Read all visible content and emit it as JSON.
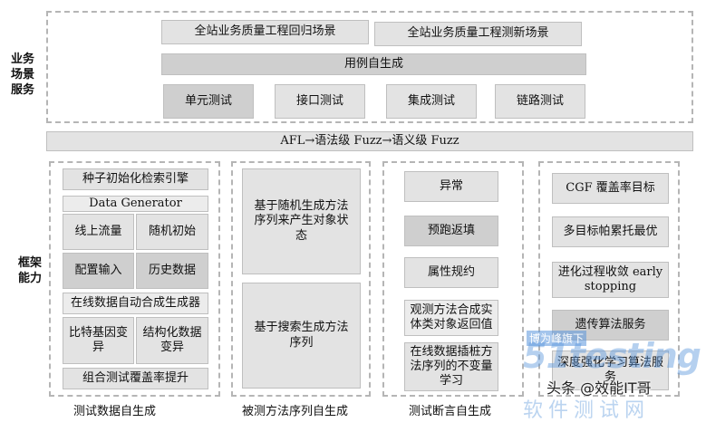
{
  "labels": {
    "business": "业务场景服务",
    "framework": "框架能力"
  },
  "business": {
    "regression": "全站业务质量工程回归场景",
    "new_test": "全站业务质量工程测新场景",
    "auto_gen": "用例自生成",
    "unit_test": "单元测试",
    "api_test": "接口测试",
    "integration_test": "集成测试",
    "link_test": "链路测试"
  },
  "fuzz_bar": "AFL→语法级 Fuzz→语义级 Fuzz",
  "col1": {
    "seed_engine": "种子初始化检索引擎",
    "data_generator": "Data Generator",
    "online_traffic": "线上流量",
    "random_init": "随机初始",
    "config_input": "配置输入",
    "history_data": "历史数据",
    "online_synth": "在线数据自动合成生成器",
    "bit_mutation": "比特基因变异",
    "struct_mutation": "结构化数据变异",
    "coverage_boost": "组合测试覆盖率提升",
    "caption": "测试数据自生成"
  },
  "col2": {
    "random_method": "基于随机生成方法序列来产生对象状态",
    "search_method": "基于搜索生成方法序列",
    "caption": "被测方法序列自生成"
  },
  "col3": {
    "exception": "异常",
    "pre_run": "预跑返填",
    "property_spec": "属性规约",
    "synth_entity": "观测方法合成实体类对象返回值",
    "instrumentation": "在线数据插桩方法序列的不变量学习",
    "caption": "测试断言自生成"
  },
  "col4": {
    "cgf": "CGF 覆盖率目标",
    "pareto": "多目标帕累托最优",
    "convergence": "进化过程收敛 early stopping",
    "genetic": "遗传算法服务",
    "deep_rl": "深度强化学习算法服务"
  },
  "watermark": {
    "badge": "博为峰旗下",
    "logo": "51testing",
    "sub": "软件测试网",
    "credit": "头条 @效能IT哥"
  }
}
